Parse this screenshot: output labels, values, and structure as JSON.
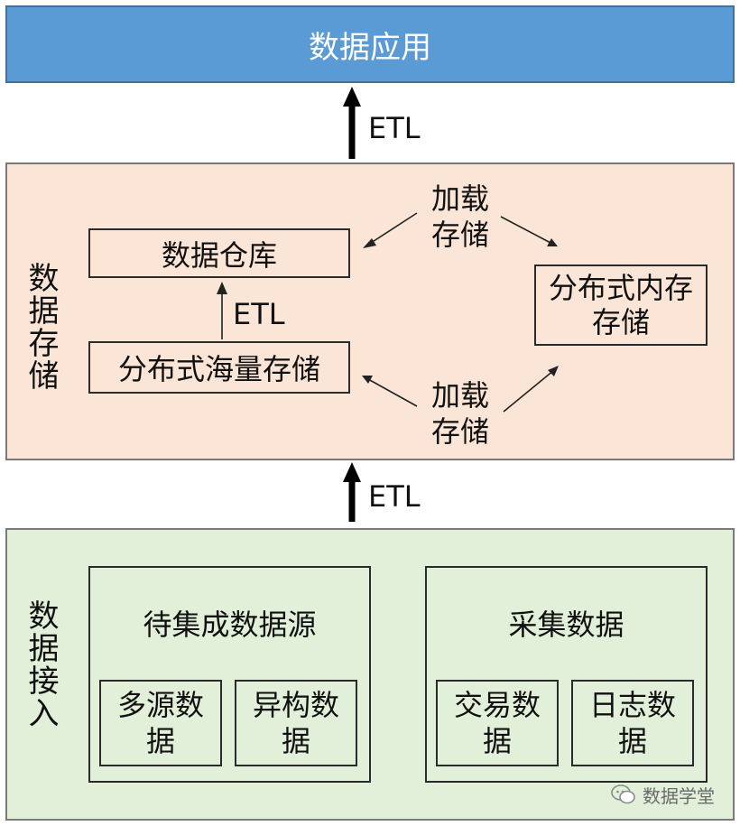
{
  "top": {
    "title": "数据应用",
    "color": "#5b9bd5"
  },
  "storage": {
    "section_label": "数据存储",
    "color": "#fbe5d6",
    "warehouse": "数据仓库",
    "distributed_mass": "分布式海量存储",
    "distributed_memory": "分布式内存存储",
    "load_top": "加载存储",
    "load_bottom": "加载存储",
    "etl_inner": "ETL"
  },
  "etl_upper": "ETL",
  "etl_lower": "ETL",
  "ingest": {
    "section_label": "数据接入",
    "color": "#e2f0d9",
    "pending": {
      "title": "待集成数据源",
      "items": [
        "多源数据",
        "异构数据"
      ]
    },
    "collected": {
      "title": "采集数据",
      "items": [
        "交易数据",
        "日志数据"
      ]
    }
  },
  "watermark": {
    "text": "数据学堂",
    "icon": "wechat-icon"
  }
}
